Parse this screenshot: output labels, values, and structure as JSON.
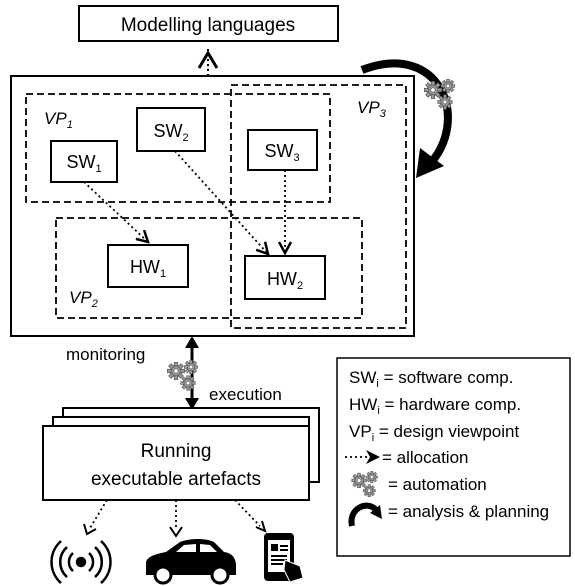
{
  "nodes": {
    "modelling_languages": "Modelling languages",
    "running_line1": "Running",
    "running_line2": "executable artefacts",
    "sw1": "SW",
    "sw1_sub": "1",
    "sw2": "SW",
    "sw2_sub": "2",
    "sw3": "SW",
    "sw3_sub": "3",
    "hw1": "HW",
    "hw1_sub": "1",
    "hw2": "HW",
    "hw2_sub": "2",
    "vp1": "VP",
    "vp1_sub": "1",
    "vp2": "VP",
    "vp2_sub": "2",
    "vp3": "VP",
    "vp3_sub": "3"
  },
  "labels": {
    "monitoring": "monitoring",
    "execution": "execution"
  },
  "legend": {
    "sw_main": "SW",
    "sw_sub": "i",
    "sw_text": " = software comp.",
    "hw_main": "HW",
    "hw_sub": "i",
    "hw_text": " = hardware comp.",
    "vp_main": "VP",
    "vp_sub": "i",
    "vp_text": " = design viewpoint",
    "allocation": "= allocation",
    "automation": "= automation",
    "analysis": "= analysis & planning"
  },
  "icons": [
    "gears-icon",
    "wireless-signal-icon",
    "car-icon",
    "smartphone-icon",
    "curved-arrow-icon"
  ]
}
